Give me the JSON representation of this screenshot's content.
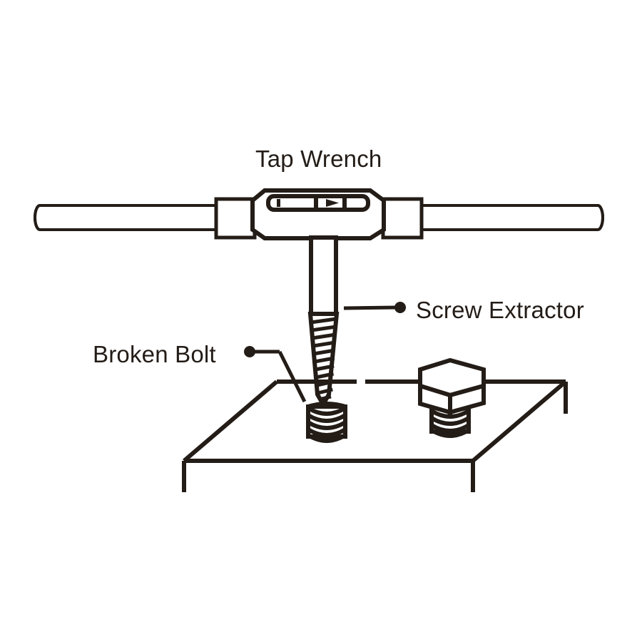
{
  "diagram": {
    "title_label": "Tap Wrench",
    "background_color": "#ffffff",
    "line_color": "#231c17",
    "labels": {
      "tap_wrench": "Tap Wrench",
      "screw_extractor": "Screw Extractor",
      "broken_bolt": "Broken Bolt"
    },
    "parts": {
      "left_handle": "left-handle-rod",
      "right_handle": "right-handle-rod",
      "left_collar": "left-collar-block",
      "right_collar": "right-collar-block",
      "wrench_body": "wrench-body-octagon",
      "body_slot": "wrench-body-slot",
      "slot_tick": "slot-tick-mark",
      "slot_arrow": "slot-arrow-mark",
      "extractor_shank": "extractor-straight-shank",
      "extractor_flutes": "extractor-tapered-flutes",
      "extractor_tip": "extractor-point-tip",
      "broken_bolt_stub": "broken-bolt-threaded-stub",
      "intact_bolt_head": "hex-bolt-head",
      "intact_bolt_shank": "hex-bolt-threaded-shank",
      "work_plate": "work-plate-isometric"
    },
    "leaders": {
      "screw_extractor_leader": "leader-line-screw-extractor",
      "broken_bolt_leader": "leader-line-broken-bolt"
    }
  }
}
